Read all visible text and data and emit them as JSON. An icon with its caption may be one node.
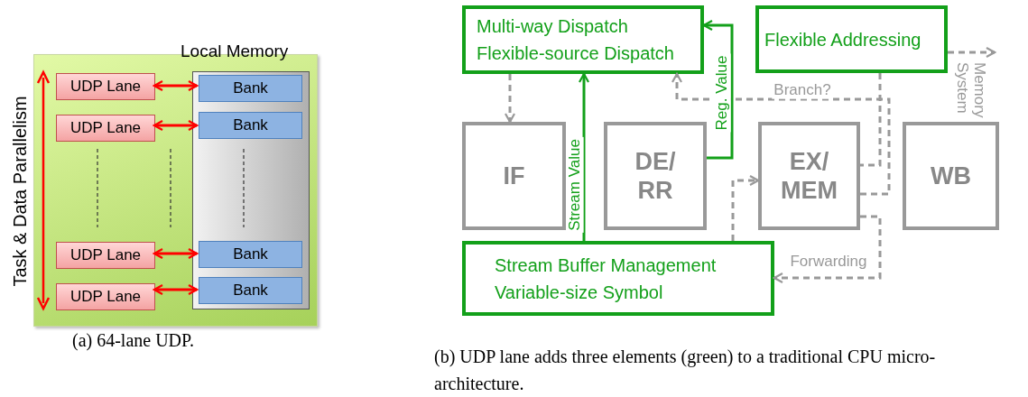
{
  "diagram": {
    "nodes": [
      {
        "text": [],
        "shape": "box"
      },
      {
        "text": [
          "Local Memory"
        ],
        "in": 0
      },
      {
        "text": [
          "UDP Lane"
        ],
        "in": 0
      },
      {
        "text": [
          "UDP Lane"
        ],
        "in": 0
      },
      {
        "text": [
          "UDP Lane"
        ],
        "in": 0
      },
      {
        "text": [
          "UDP Lane"
        ],
        "in": 0
      },
      {
        "text": [
          "Bank"
        ],
        "in": 1
      },
      {
        "text": [
          "Bank"
        ],
        "in": 1
      },
      {
        "text": [
          "Bank"
        ],
        "in": 1
      },
      {
        "text": [
          "Bank"
        ],
        "in": 1
      },
      {
        "text": [
          "Multi-way Dispatch",
          "Flexible-source Dispatch"
        ]
      },
      {
        "text": [
          "Flexible Addressing"
        ]
      },
      {
        "text": [
          "IF"
        ]
      },
      {
        "text": [
          "DE/ RR"
        ]
      },
      {
        "text": [
          "EX/ MEM"
        ]
      },
      {
        "text": [
          "WB"
        ]
      },
      {
        "text": [
          "Stream Buffer Management",
          "Variable-size Symbol"
        ]
      }
    ],
    "edges": [
      {
        "from": 2,
        "to": 6,
        "arrow": "both",
        "color": "#ff0000"
      },
      {
        "from": 3,
        "to": 7,
        "arrow": "both",
        "color": "#ff0000"
      },
      {
        "from": 4,
        "to": 8,
        "arrow": "both",
        "color": "#ff0000"
      },
      {
        "from": 5,
        "to": 9,
        "arrow": "both",
        "color": "#ff0000"
      },
      {
        "from": 10,
        "to": 12,
        "arrow": "to",
        "style": "dashed"
      },
      {
        "from": 16,
        "to": 10,
        "label": "Stream Value",
        "arrow": "to",
        "color": "#13a01a"
      },
      {
        "from": 13,
        "to": 10,
        "label": "Reg. Value",
        "arrow": "to",
        "color": "#13a01a"
      },
      {
        "from": 16,
        "to": 14,
        "arrow": "to",
        "style": "dashed"
      },
      {
        "from": 14,
        "to": 10,
        "label": "Branch?",
        "arrow": "to",
        "style": "dashed"
      },
      {
        "from": 11,
        "to": 14,
        "arrow": "none",
        "style": "dashed"
      },
      {
        "from": 11,
        "to": null,
        "label": "Memory System",
        "arrow": "to",
        "style": "dashed"
      },
      {
        "from": 14,
        "to": 16,
        "label": "Forwarding",
        "arrow": "to",
        "style": "dashed"
      }
    ],
    "labels": [
      "Task & Data Parallelism",
      "(a) 64-lane UDP.",
      "(b) UDP lane adds three elements (green) to a traditional CPU micro-architecture."
    ]
  }
}
